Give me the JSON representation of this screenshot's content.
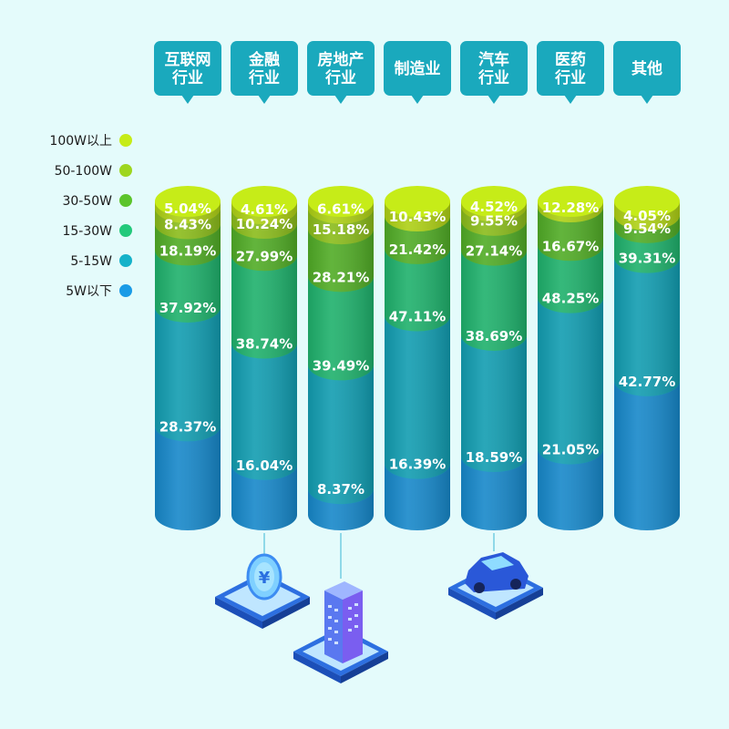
{
  "chart_data": {
    "type": "bar",
    "stacked": true,
    "categories": [
      [
        "互联网",
        "行业"
      ],
      [
        "金融",
        "行业"
      ],
      [
        "房地产",
        "行业"
      ],
      [
        "制造业"
      ],
      [
        "汽车",
        "行业"
      ],
      [
        "医药",
        "行业"
      ],
      [
        "其他"
      ]
    ],
    "series": [
      {
        "name": "5W以下",
        "color": "#1a9be6",
        "values": [
          28.37,
          16.04,
          8.37,
          16.39,
          18.59,
          21.05,
          42.77
        ]
      },
      {
        "name": "5-15W",
        "color": "#15b2c9",
        "values": [
          37.92,
          38.74,
          39.49,
          47.11,
          38.69,
          48.25,
          39.31
        ]
      },
      {
        "name": "15-30W",
        "color": "#23c97b",
        "values": [
          18.19,
          27.99,
          28.21,
          21.42,
          27.14,
          16.67,
          9.54
        ]
      },
      {
        "name": "30-50W",
        "color": "#5cc42b",
        "values": [
          8.43,
          10.24,
          15.18,
          10.43,
          9.55,
          12.28,
          4.05
        ]
      },
      {
        "name": "50-100W",
        "color": "#9ed61f",
        "values": [
          5.04,
          4.61,
          6.61,
          null,
          4.52,
          null,
          null
        ]
      },
      {
        "name": "100W以上",
        "color": "#c6ec18",
        "values": [
          null,
          null,
          null,
          null,
          null,
          null,
          null
        ]
      }
    ],
    "value_suffix": "%",
    "legend_position": "left",
    "header_color": "#1aa9bd",
    "grid": false,
    "xlabel": "",
    "ylabel": ""
  }
}
